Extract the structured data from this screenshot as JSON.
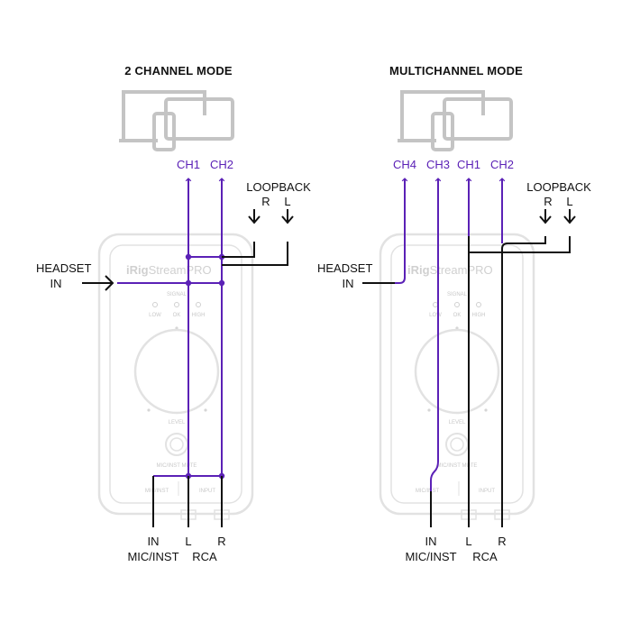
{
  "panels": [
    {
      "id": "two-channel",
      "title": "2 CHANNEL MODE",
      "outputs": [
        "CH1",
        "CH2"
      ],
      "loopback_label": "LOOPBACK",
      "loopback_channels": [
        "R",
        "L"
      ],
      "headset_label_line1": "HEADSET",
      "headset_label_line2": "IN",
      "input_label_in": "IN",
      "input_label_micinst": "MIC/INST",
      "rca_left": "L",
      "rca_right": "R",
      "rca_label": "RCA"
    },
    {
      "id": "multichannel",
      "title": "MULTICHANNEL MODE",
      "outputs": [
        "CH4",
        "CH3",
        "CH1",
        "CH2"
      ],
      "loopback_label": "LOOPBACK",
      "loopback_channels": [
        "R",
        "L"
      ],
      "headset_label_line1": "HEADSET",
      "headset_label_line2": "IN",
      "input_label_in": "IN",
      "input_label_micinst": "MIC/INST",
      "rca_left": "L",
      "rca_right": "R",
      "rca_label": "RCA"
    }
  ],
  "device": {
    "brand_bold": "iRig",
    "brand_light": "Stream",
    "brand_model": "PRO",
    "signal_label": "SIGNAL",
    "led_labels": [
      "LOW",
      "OK",
      "HIGH"
    ],
    "level_label": "LEVEL",
    "mute_label": "MIC/INST MUTE",
    "mic_port_label": "MIC/INST",
    "input_port_label": "INPUT"
  },
  "colors": {
    "channel_wire": "#5b21b6",
    "signal_wire": "#111111",
    "device_outline": "#e2e2e2",
    "computer_outline": "#c4c4c4"
  }
}
